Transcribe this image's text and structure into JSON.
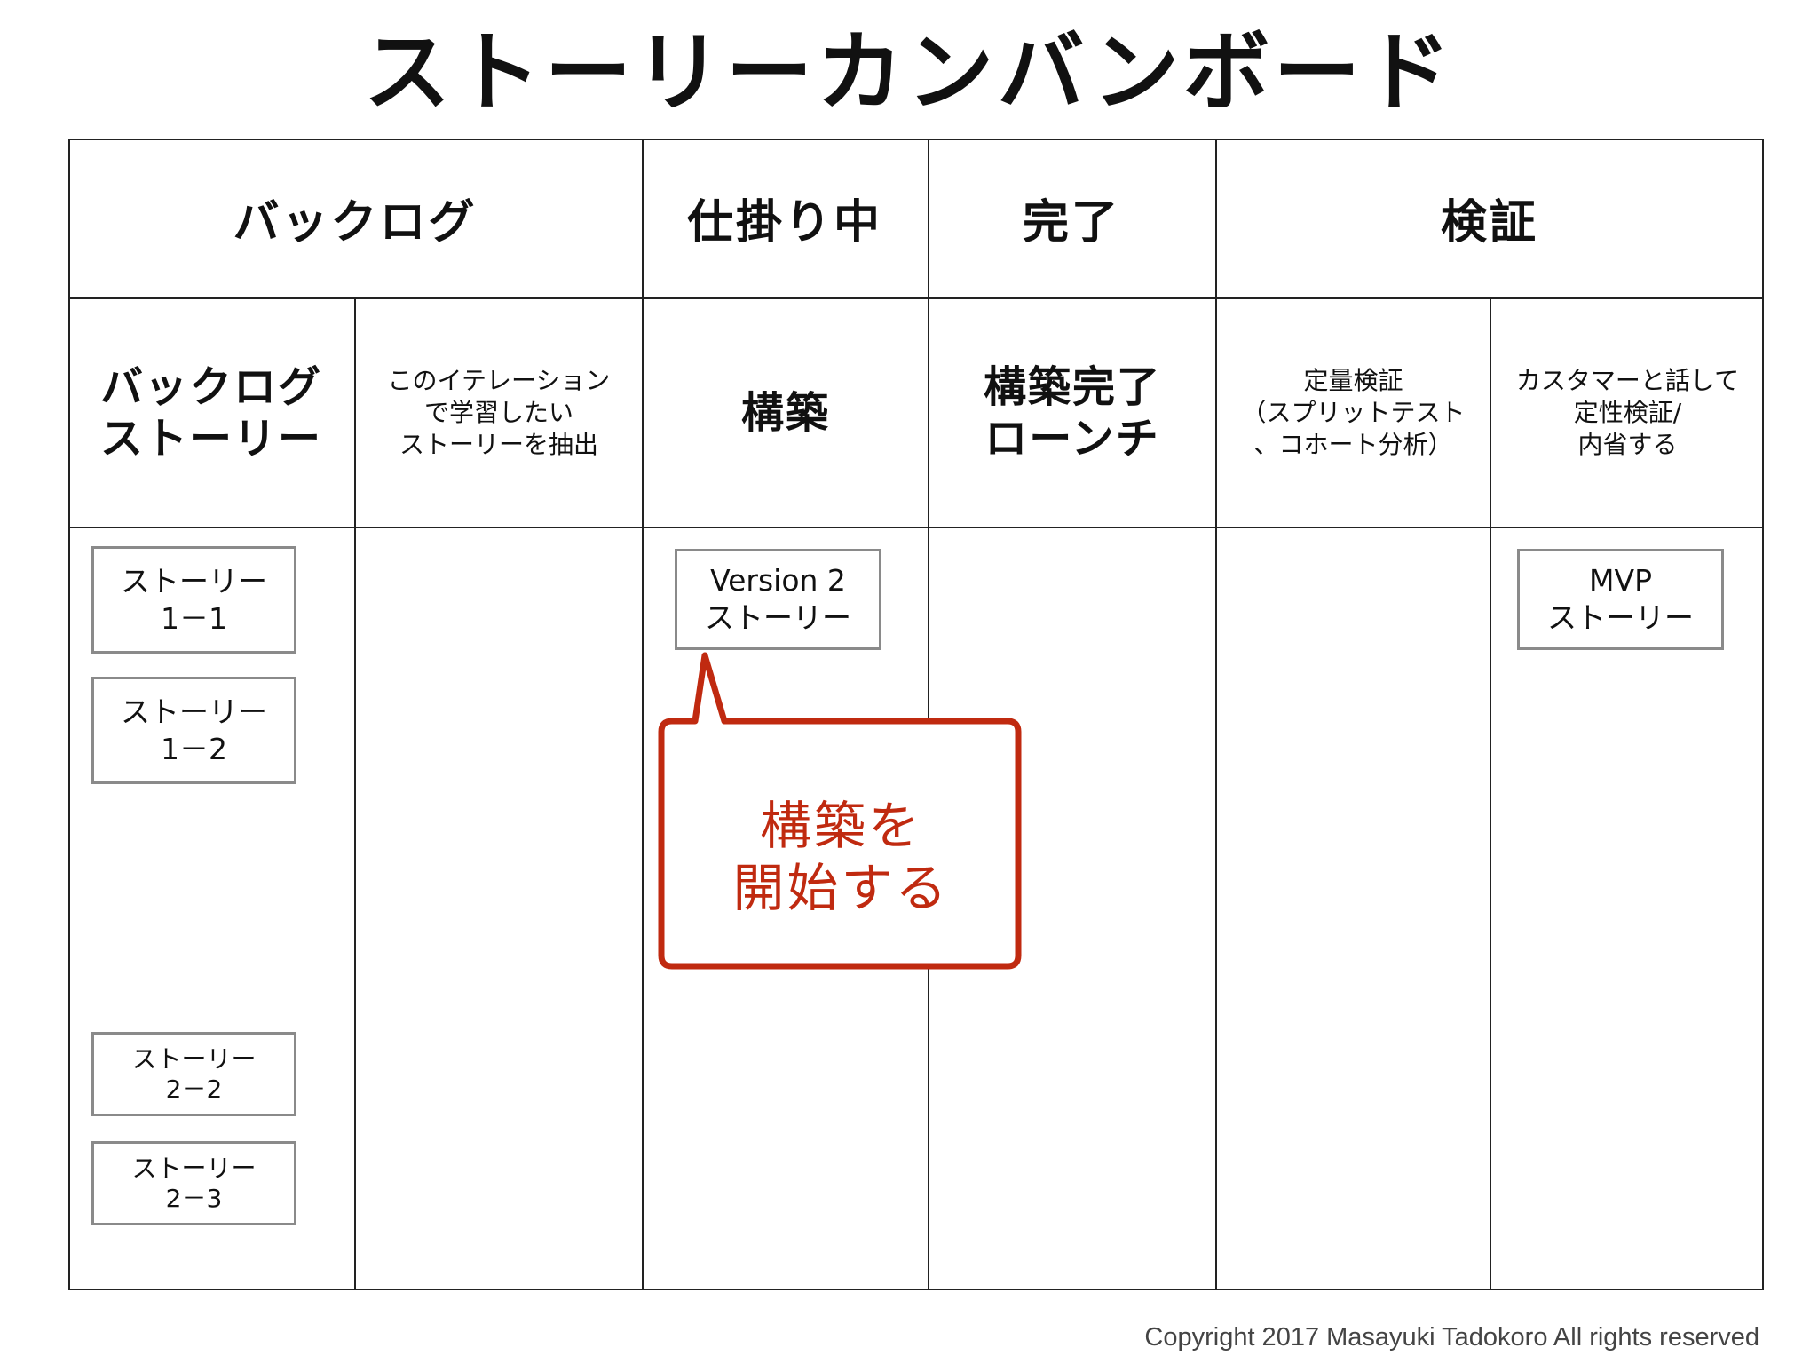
{
  "title": "ストーリーカンバンボード",
  "columns": [
    {
      "label": "バックログ"
    },
    {
      "label": "仕掛り中"
    },
    {
      "label": "完了"
    },
    {
      "label": "検証"
    }
  ],
  "subcolumns": [
    {
      "label": "バックログ\nストーリー"
    },
    {
      "label": "このイテレーション\nで学習したい\nストーリーを抽出"
    },
    {
      "label": "構築"
    },
    {
      "label": "構築完了\nローンチ"
    },
    {
      "label": "定量検証\n（スプリットテスト\n、コホート分析）"
    },
    {
      "label": "カスタマーと話して\n定性検証/\n内省する"
    }
  ],
  "cards": [
    {
      "label": "ストーリー\n1－1"
    },
    {
      "label": "ストーリー\n1－2"
    },
    {
      "label": "ストーリー\n2－2"
    },
    {
      "label": "ストーリー\n2－3"
    },
    {
      "label": "Version 2\nストーリー"
    },
    {
      "label": "MVP\nストーリー"
    }
  ],
  "callout": {
    "text": "構築を\n開始する",
    "color": "#c02a10"
  },
  "copyright": "Copyright 2017 Masayuki Tadokoro All rights reserved"
}
